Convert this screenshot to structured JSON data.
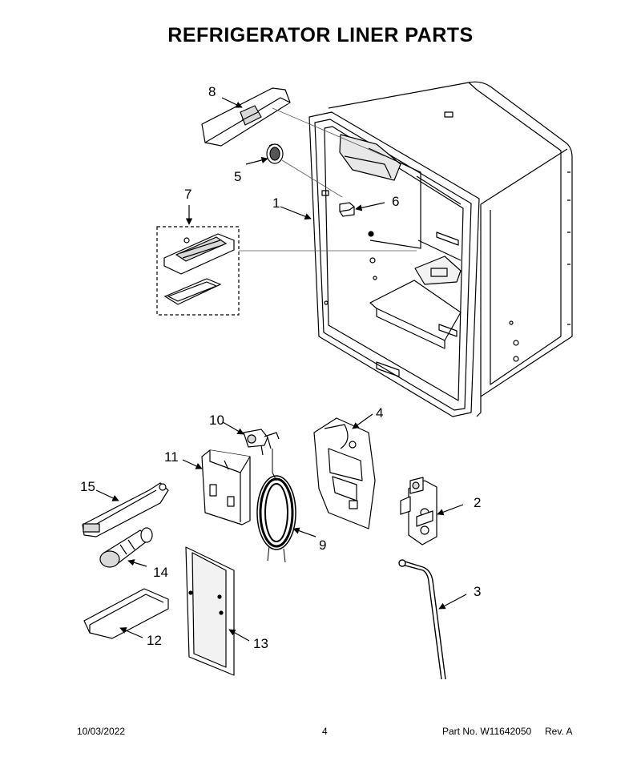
{
  "title": "REFRIGERATOR LINER PARTS",
  "callouts": {
    "c1": "1",
    "c2": "2",
    "c3": "3",
    "c4": "4",
    "c5": "5",
    "c6": "6",
    "c7": "7",
    "c8": "8",
    "c9": "9",
    "c10": "10",
    "c11": "11",
    "c12": "12",
    "c13": "13",
    "c14": "14",
    "c15": "15"
  },
  "footer": {
    "date": "10/03/2022",
    "page": "4",
    "part": "Part No.  W11642050",
    "rev": "Rev.  A"
  },
  "colors": {
    "line": "#000000",
    "shade": "#d9d9d9",
    "background": "#ffffff"
  }
}
